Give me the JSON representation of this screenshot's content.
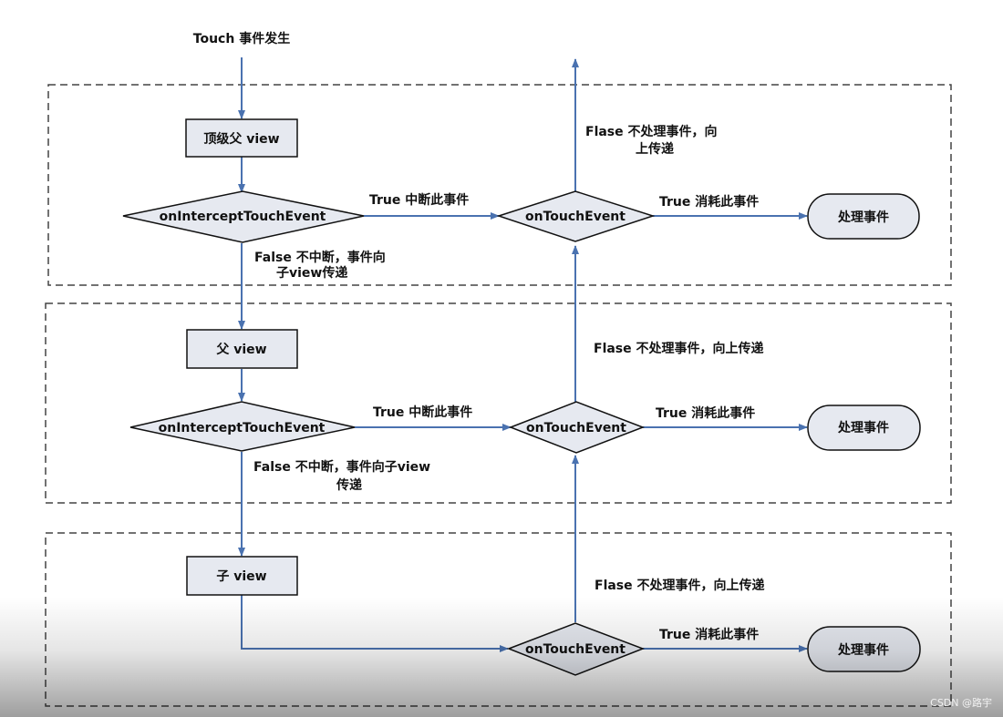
{
  "start_label": "Touch 事件发生",
  "layers": [
    {
      "view_label": "顶级父  view",
      "intercept_label": "onInterceptTouchEvent",
      "intercept_true_label": "True  中断此事件",
      "intercept_false_label": [
        "False  不中断，事件向",
        "子view传递"
      ],
      "touch_label": "onTouchEvent",
      "touch_true_label": "True  消耗此事件",
      "touch_false_label": [
        "Flase  不处理事件，向",
        "上传递"
      ],
      "handle_label": "处理事件"
    },
    {
      "view_label": "父  view",
      "intercept_label": "onInterceptTouchEvent",
      "intercept_true_label": "True  中断此事件",
      "intercept_false_label": [
        "False  不中断，事件向子view",
        "传递"
      ],
      "touch_label": "onTouchEvent",
      "touch_true_label": "True  消耗此事件",
      "touch_false_label": [
        "Flase  不处理事件，向上传递"
      ],
      "handle_label": "处理事件"
    },
    {
      "view_label": "子  view",
      "touch_label": "onTouchEvent",
      "touch_true_label": "True  消耗此事件",
      "touch_false_label": [
        "Flase  不处理事件，向上传递"
      ],
      "handle_label": "处理事件"
    }
  ],
  "watermark": "CSDN @路宇",
  "colors": {
    "arrow": "#4a72b0",
    "box_fill": "#e6e9f0",
    "stroke": "#111111",
    "dash": "#444444"
  }
}
